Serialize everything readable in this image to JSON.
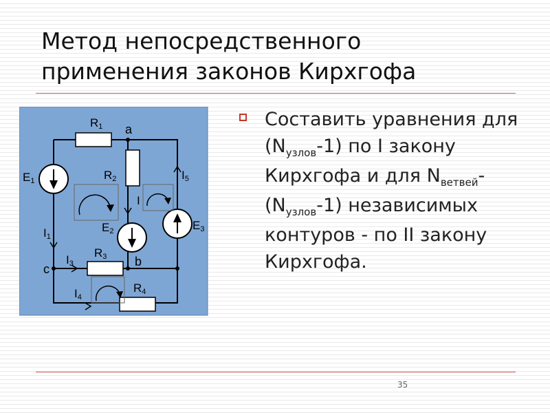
{
  "title": {
    "line1": "Метод непосредственного",
    "line2": "применения законов Кирхгофа"
  },
  "bullet": {
    "marker_color": "#c0392b",
    "p1": "Составить уравнения для (N",
    "s1": "узлов",
    "p2": "-1) по I закону Кирхгофа и для N",
    "s2": "ветвей",
    "p3": "- (N",
    "s3": "узлов",
    "p4": "-1) независимых контуров - по II закону Кирхгофа."
  },
  "circuit": {
    "background": "#7ea6d4",
    "labels": {
      "R1": "R",
      "R1_sub": "1",
      "R2": "R",
      "R2_sub": "2",
      "R3": "R",
      "R3_sub": "3",
      "R4": "R",
      "R4_sub": "4",
      "E1": "E",
      "E1_sub": "1",
      "E2": "E",
      "E2_sub": "2",
      "E3": "E",
      "E3_sub": "3",
      "I1": "I",
      "I1_sub": "1",
      "I3": "I",
      "I3_sub": "3",
      "I4": "I",
      "I4_sub": "4",
      "I5": "I",
      "I5_sub": "5",
      "I2": "I",
      "node_a": "a",
      "node_b": "b",
      "node_c": "c"
    }
  },
  "footer": {
    "page_number": "35"
  }
}
